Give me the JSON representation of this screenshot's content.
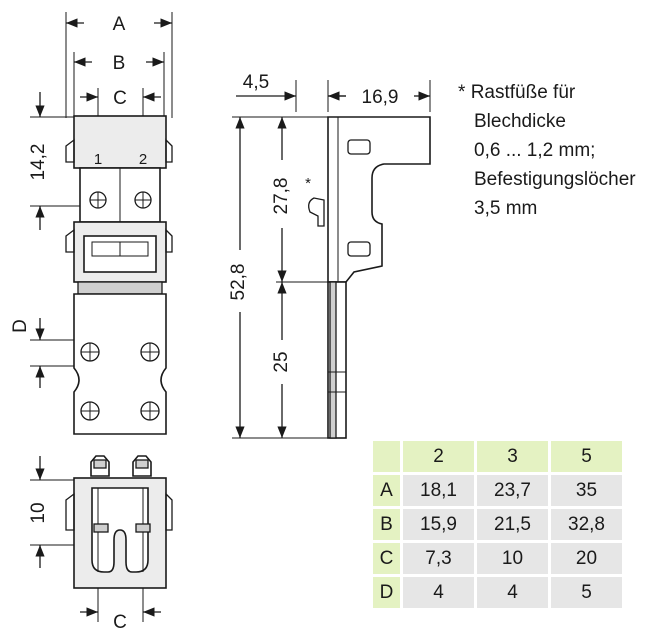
{
  "dims": {
    "A": "A",
    "B": "B",
    "C": "C",
    "D": "D",
    "h14_2": "14,2",
    "h10": "10",
    "w4_5": "4,5",
    "w16_9": "16,9",
    "h27_8": "27,8",
    "h52_8": "52,8",
    "h25": "25",
    "star": "*",
    "pin1": "1",
    "pin2": "2",
    "C_bottom": "C"
  },
  "note": {
    "star": "*",
    "lines": [
      "Rastfüße für",
      "Blechdicke",
      "0,6 ... 1,2 mm;",
      "Befestigungslöcher",
      "3,5 mm"
    ]
  },
  "table": {
    "headers": [
      "2",
      "3",
      "5"
    ],
    "rows": [
      {
        "label": "A",
        "values": [
          "18,1",
          "23,7",
          "35"
        ]
      },
      {
        "label": "B",
        "values": [
          "15,9",
          "21,5",
          "32,8"
        ]
      },
      {
        "label": "C",
        "values": [
          "7,3",
          "10",
          "20"
        ]
      },
      {
        "label": "D",
        "values": [
          "4",
          "4",
          "5"
        ]
      }
    ]
  }
}
